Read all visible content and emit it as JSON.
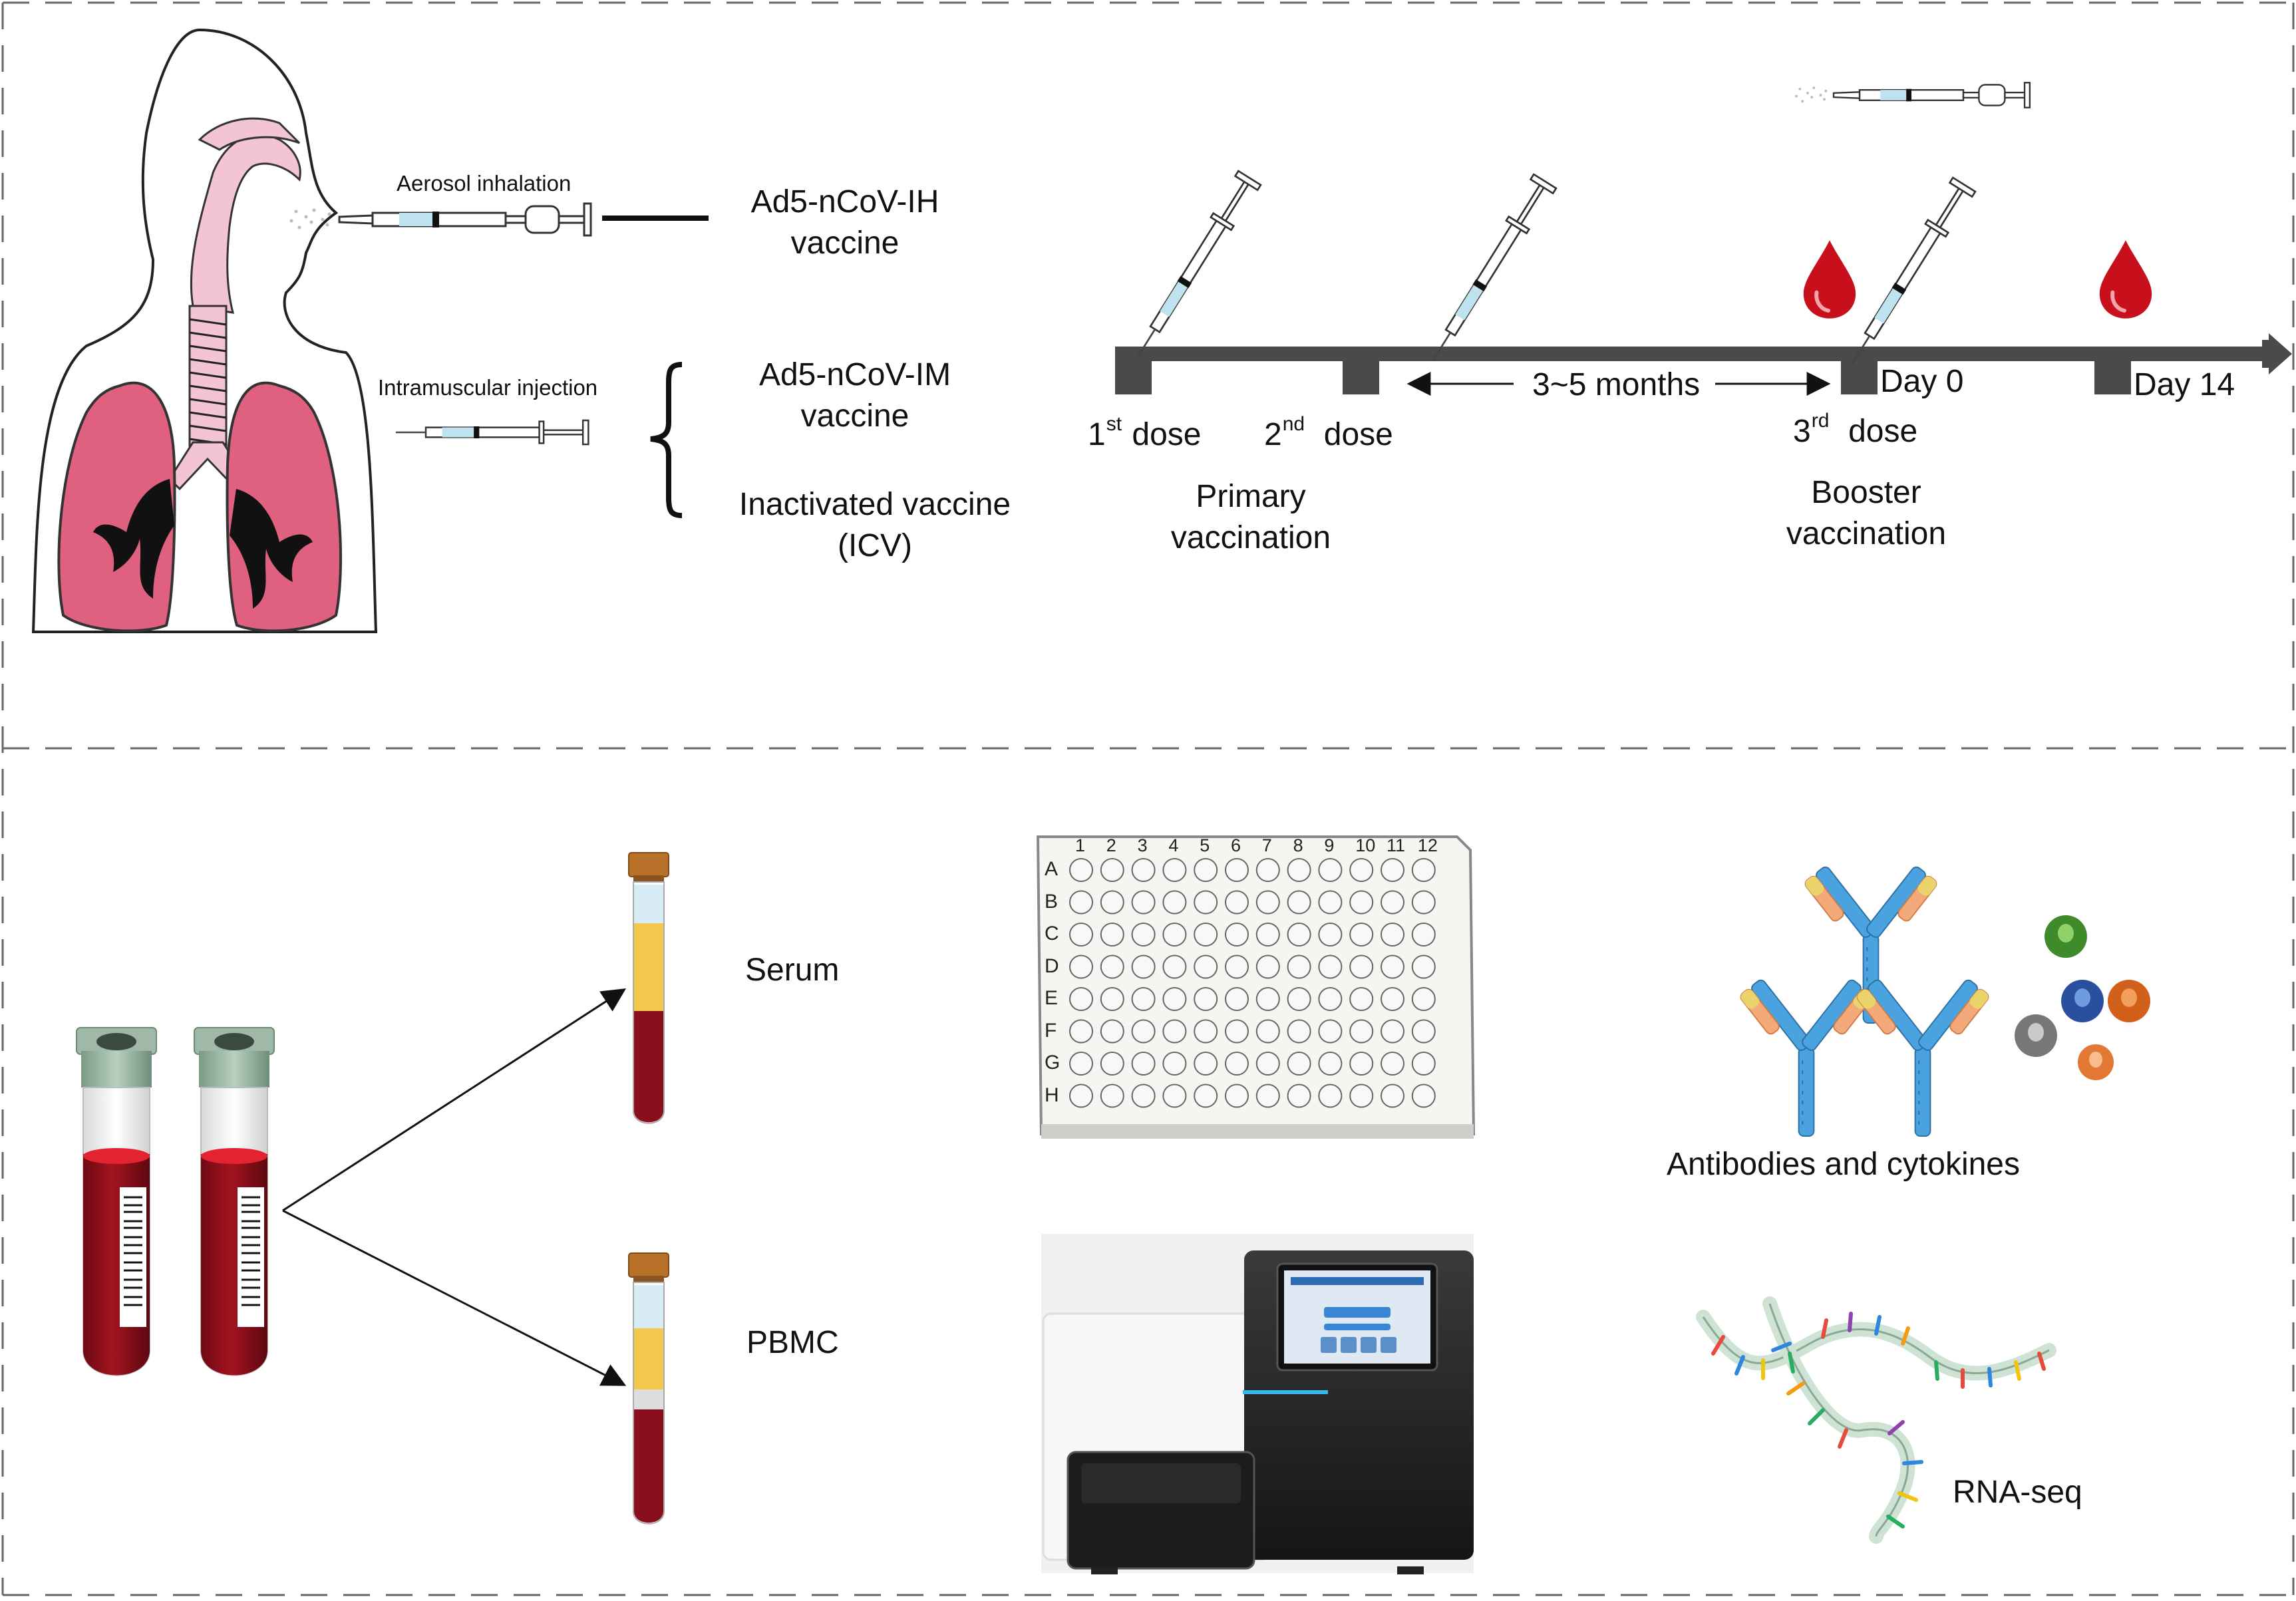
{
  "delivery": {
    "aerosol_label": "Aerosol inhalation",
    "im_label": "Intramuscular injection"
  },
  "vaccines": {
    "ih": [
      "Ad5-nCoV-IH",
      "vaccine"
    ],
    "im": [
      "Ad5-nCoV-IM",
      "vaccine"
    ],
    "icv": [
      "Inactivated vaccine",
      "(ICV)"
    ]
  },
  "timeline": {
    "dose1_num": "1",
    "dose1_sup": "st",
    "dose1_word": "dose",
    "dose2_num": "2",
    "dose2_sup": "nd",
    "dose2_word": "dose",
    "dose3_num": "3",
    "dose3_sup": "rd",
    "dose3_word": "dose",
    "interval": "3~5 months",
    "day0": "Day 0",
    "day14": "Day 14",
    "primary": [
      "Primary",
      "vaccination"
    ],
    "booster": [
      "Booster",
      "vaccination"
    ]
  },
  "samples": {
    "serum": "Serum",
    "pbmc": "PBMC"
  },
  "plate": {
    "columns": [
      "1",
      "2",
      "3",
      "4",
      "5",
      "6",
      "7",
      "8",
      "9",
      "10",
      "11",
      "12"
    ],
    "rows": [
      "A",
      "B",
      "C",
      "D",
      "E",
      "F",
      "G",
      "H"
    ]
  },
  "assays": {
    "antibodies": "Antibodies and cytokines",
    "rnaseq": "RNA-seq"
  },
  "colors": {
    "lung": "#e0607f",
    "airway": "#f3c4d2",
    "blood": "#8a0f1c",
    "serum": "#f2c94c",
    "timeline": "#4a4a4a",
    "antibody": "#4aa3df"
  }
}
